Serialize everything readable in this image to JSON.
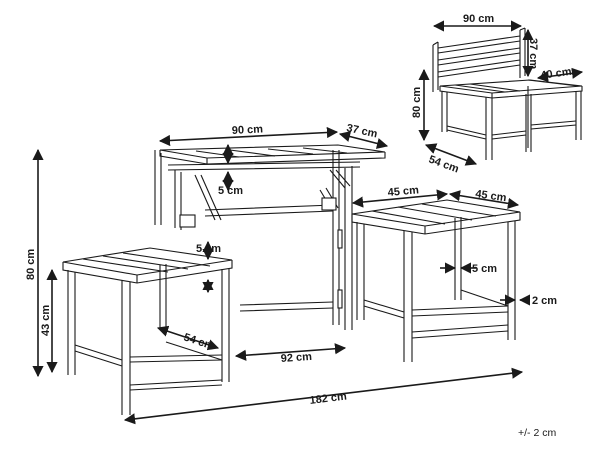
{
  "dimensions": {
    "overall_height": "80 cm",
    "table_width": "90 cm",
    "table_depth": "37 cm",
    "table_top_thickness": "5 cm",
    "stool_left_height": "43 cm",
    "stool_left_depth": "54 cm",
    "stool_slat_thickness": "5 cm",
    "stool_gap": "92 cm",
    "overall_length": "182 cm",
    "stool_right_width": "45 cm",
    "stool_right_depth": "45 cm",
    "stool_right_leg": "5 cm",
    "stool_right_side": "2 cm",
    "inset_width": "90 cm",
    "inset_backrest": "37 cm",
    "inset_height": "80 cm",
    "inset_seat_depth": "40 cm",
    "inset_depth": "54 cm"
  },
  "tolerance": "+/- 2 cm"
}
